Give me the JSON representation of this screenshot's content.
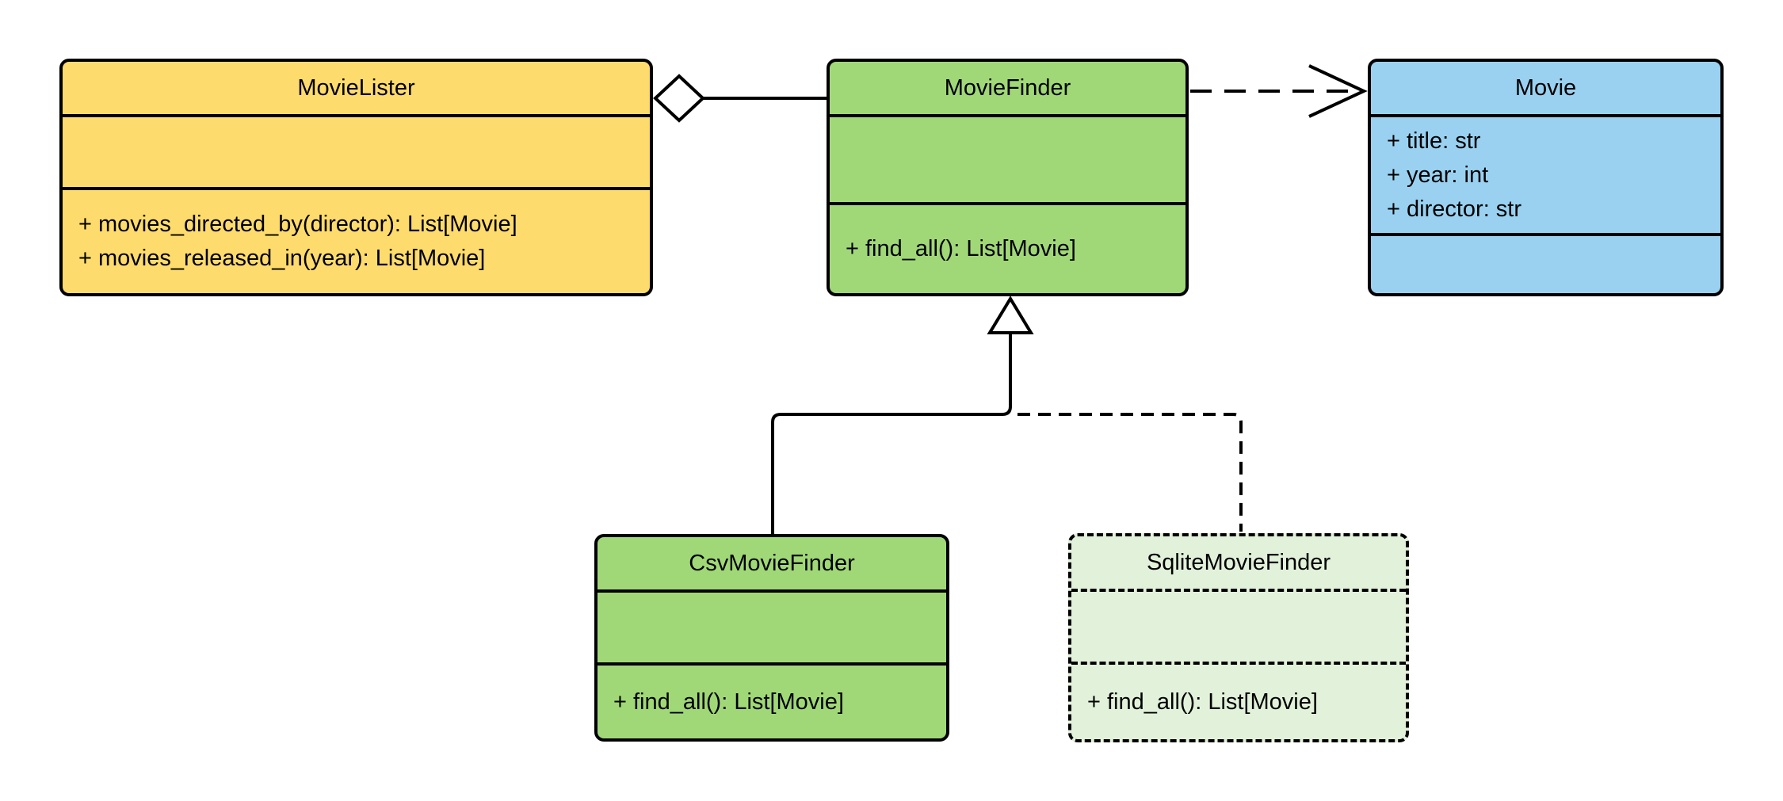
{
  "diagram": {
    "type": "uml-class-diagram",
    "background_color": "#FFFFFF",
    "line_color": "#000000",
    "classes": {
      "movie_lister": {
        "name": "MovieLister",
        "attributes": [],
        "methods": [
          "+ movies_directed_by(director): List[Movie]",
          "+ movies_released_in(year): List[Movie]"
        ],
        "fill": "#FDDB6D",
        "border_style": "solid"
      },
      "movie_finder": {
        "name": "MovieFinder",
        "attributes": [],
        "methods": [
          "+ find_all(): List[Movie]"
        ],
        "fill": "#A0D878",
        "border_style": "solid"
      },
      "movie": {
        "name": "Movie",
        "attributes": [
          "+ title: str",
          "+ year: int",
          "+ director: str"
        ],
        "methods": [],
        "fill": "#9AD1F0",
        "border_style": "solid"
      },
      "csv_movie_finder": {
        "name": "CsvMovieFinder",
        "attributes": [],
        "methods": [
          "+ find_all(): List[Movie]"
        ],
        "fill": "#A0D878",
        "border_style": "solid"
      },
      "sqlite_movie_finder": {
        "name": "SqliteMovieFinder",
        "attributes": [],
        "methods": [
          "+ find_all(): List[Movie]"
        ],
        "fill": "#E2F2DA",
        "border_style": "dashed"
      }
    },
    "relationships": [
      {
        "from": "MovieLister",
        "to": "MovieFinder",
        "type": "aggregation",
        "line_style": "solid"
      },
      {
        "from": "MovieFinder",
        "to": "Movie",
        "type": "dependency",
        "line_style": "dashed"
      },
      {
        "from": "CsvMovieFinder",
        "to": "MovieFinder",
        "type": "generalization",
        "line_style": "solid"
      },
      {
        "from": "SqliteMovieFinder",
        "to": "MovieFinder",
        "type": "generalization",
        "line_style": "dashed"
      }
    ]
  }
}
